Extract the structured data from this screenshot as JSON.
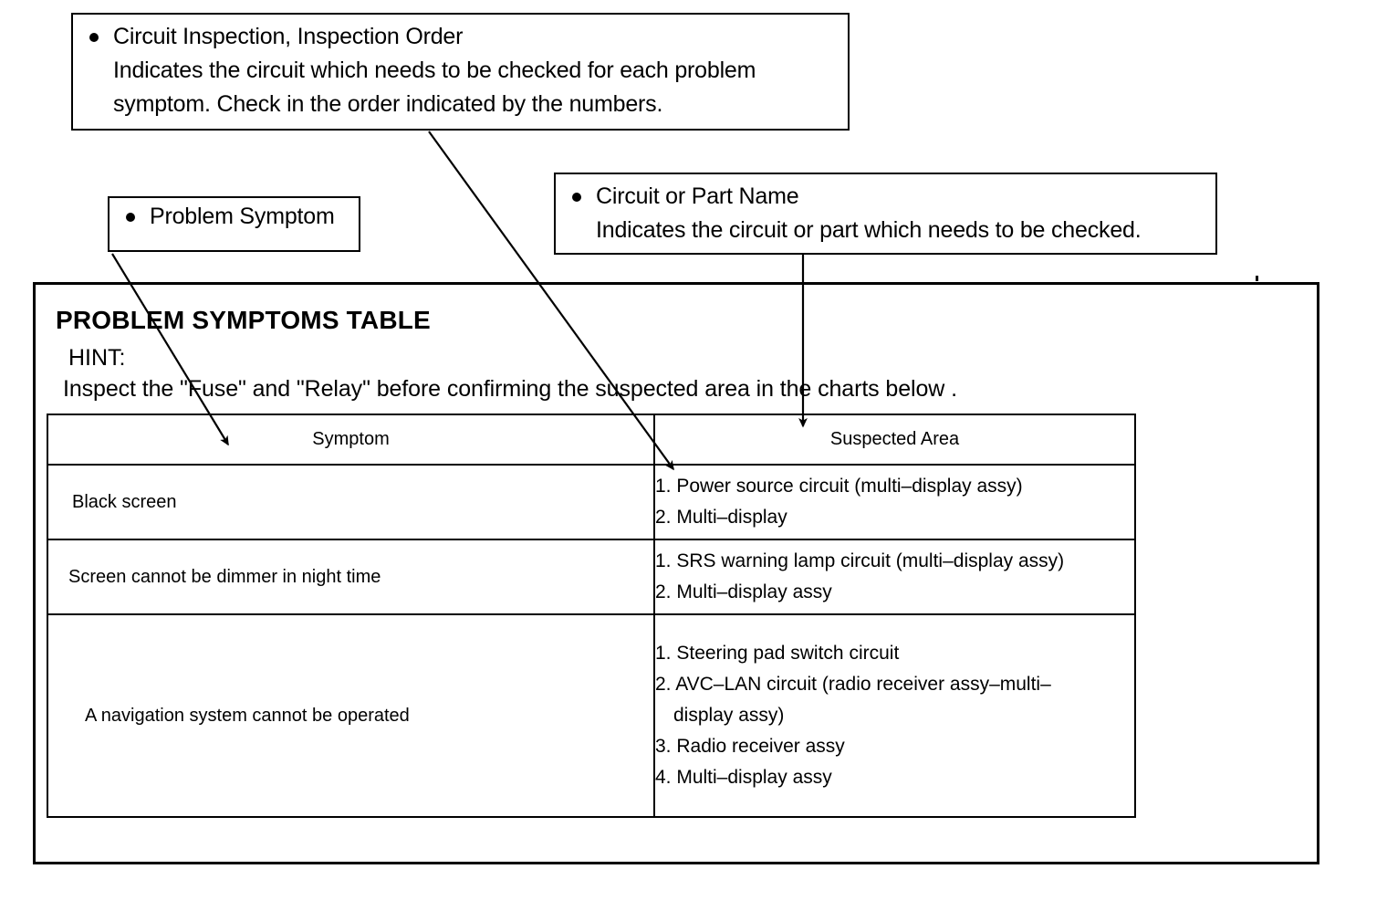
{
  "callouts": [
    {
      "id": "circuit-inspection",
      "bullet_title": "Circuit Inspection, Inspection Order",
      "body_line_1": "Indicates the circuit which needs to be checked for each problem",
      "body_line_2": "symptom. Check in the order indicated by the numbers."
    },
    {
      "id": "circuit-part-name",
      "bullet_title": "Circuit or Part Name",
      "body_line_1": "Indicates the circuit or part which needs to be checked."
    },
    {
      "id": "problem-symptom",
      "bullet_title": "Problem Symptom"
    }
  ],
  "panel": {
    "title": "PROBLEM SYMPTOMS TABLE",
    "hint_label": "HINT:",
    "hint_text": "Inspect the \"Fuse\" and \"Relay\" before confirming the suspected area in the charts below ."
  },
  "table": {
    "headers": {
      "symptom": "Symptom",
      "suspected_area": "Suspected Area"
    },
    "rows": [
      {
        "symptom": "Black screen",
        "suspected_area": [
          {
            "text": "1. Power source circuit (multi–display assy)"
          },
          {
            "text": "2. Multi–display"
          }
        ]
      },
      {
        "symptom": "Screen cannot be dimmer in night time",
        "suspected_area": [
          {
            "text": "1. SRS warning lamp circuit (multi–display assy)"
          },
          {
            "text": "2. Multi–display assy"
          }
        ]
      },
      {
        "symptom": "A navigation system cannot be operated",
        "suspected_area": [
          {
            "text": "1. Steering pad switch circuit"
          },
          {
            "text": "2. AVC–LAN circuit (radio receiver assy–multi–",
            "cont": "display assy)"
          },
          {
            "text": "3. Radio receiver assy"
          },
          {
            "text": "4. Multi–display assy"
          }
        ]
      }
    ]
  },
  "colors": {
    "ink": "#000000",
    "paper": "#ffffff"
  },
  "annotations": {
    "arrow_problem_symptom": "arrow from Problem Symptom callout to Symptom column header",
    "arrow_circuit_inspection": "arrow from Circuit Inspection callout to first Suspected Area cell",
    "arrow_circuit_part": "arrow from Circuit or Part Name callout to Suspected Area column header"
  }
}
